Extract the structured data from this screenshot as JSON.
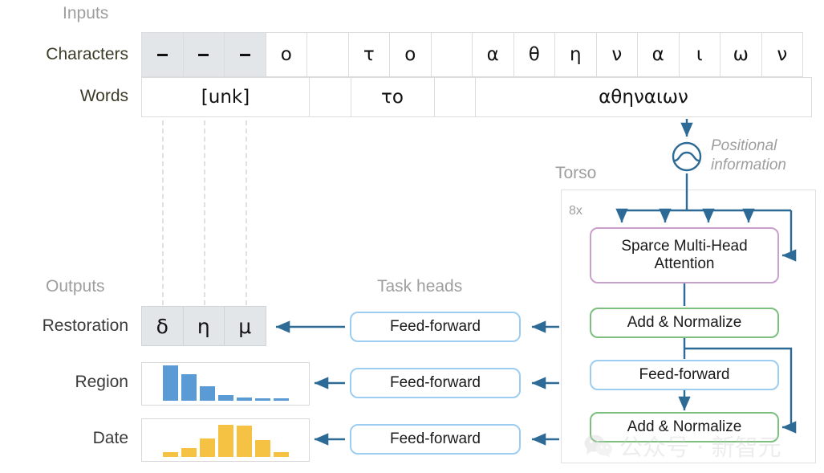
{
  "sections": {
    "inputs_caption": "Inputs",
    "outputs_caption": "Outputs",
    "torso_caption": "Torso",
    "task_heads_caption": "Task heads"
  },
  "row_labels": {
    "characters": "Characters",
    "words": "Words",
    "restoration": "Restoration",
    "region": "Region",
    "date": "Date"
  },
  "input_grid": {
    "characters": [
      {
        "text": "-",
        "masked": true
      },
      {
        "text": "-",
        "masked": true
      },
      {
        "text": "-",
        "masked": true
      },
      {
        "text": "o",
        "masked": false
      },
      {
        "text": "",
        "masked": false
      },
      {
        "text": "τ",
        "masked": false
      },
      {
        "text": "ο",
        "masked": false
      },
      {
        "text": "",
        "masked": false
      },
      {
        "text": "α",
        "masked": false
      },
      {
        "text": "θ",
        "masked": false
      },
      {
        "text": "η",
        "masked": false
      },
      {
        "text": "ν",
        "masked": false
      },
      {
        "text": "α",
        "masked": false
      },
      {
        "text": "ι",
        "masked": false
      },
      {
        "text": "ω",
        "masked": false
      },
      {
        "text": "ν",
        "masked": false
      }
    ],
    "words": [
      {
        "text": "[unk]",
        "span": 4
      },
      {
        "text": "",
        "span": 1
      },
      {
        "text": "το",
        "span": 2
      },
      {
        "text": "",
        "span": 1
      },
      {
        "text": "αθηναιων",
        "span": 8
      }
    ]
  },
  "outputs": {
    "restoration_cells": [
      "δ",
      "η",
      "μ"
    ]
  },
  "chart_data": [
    {
      "type": "bar",
      "name": "Region",
      "title": "Region",
      "categories": [
        "1",
        "2",
        "3",
        "4",
        "5",
        "6",
        "7"
      ],
      "values": [
        100,
        76,
        42,
        16,
        10,
        5,
        6
      ],
      "ylim": [
        0,
        100
      ],
      "xlabel": "",
      "ylabel": "",
      "color": "#5b9bd5",
      "grid": false,
      "legend": "none"
    },
    {
      "type": "bar",
      "name": "Date",
      "title": "Date",
      "categories": [
        "1",
        "2",
        "3",
        "4",
        "5",
        "6",
        "7"
      ],
      "values": [
        14,
        26,
        52,
        92,
        88,
        48,
        13
      ],
      "ylim": [
        0,
        100
      ],
      "xlabel": "",
      "ylabel": "",
      "color": "#f5c243",
      "grid": false,
      "legend": "none"
    }
  ],
  "task_heads": {
    "boxes": [
      "Feed-forward",
      "Feed-forward",
      "Feed-forward"
    ]
  },
  "torso": {
    "repeat_label": "8x",
    "blocks": [
      {
        "label": "Sparce Multi-Head Attention",
        "color": "purple"
      },
      {
        "label": "Add & Normalize",
        "color": "green"
      },
      {
        "label": "Feed-forward",
        "color": "blue"
      },
      {
        "label": "Add & Normalize",
        "color": "green"
      }
    ]
  },
  "positional": {
    "line1": "Positional",
    "line2": "information",
    "icon": "sine-wave-circle-icon"
  },
  "watermark": {
    "text": "公众号 · 新智元",
    "icon": "wechat-icon"
  },
  "colors": {
    "accent_arrow": "#2d6a96",
    "masked_cell": "#e3e6e8",
    "region_bar": "#5b9bd5",
    "date_bar": "#f5c243",
    "purple_border": "#c9a0cc",
    "green_border": "#7cbf7f",
    "blue_border": "#9dcdf0",
    "caption_grey": "#9e9e9e"
  }
}
